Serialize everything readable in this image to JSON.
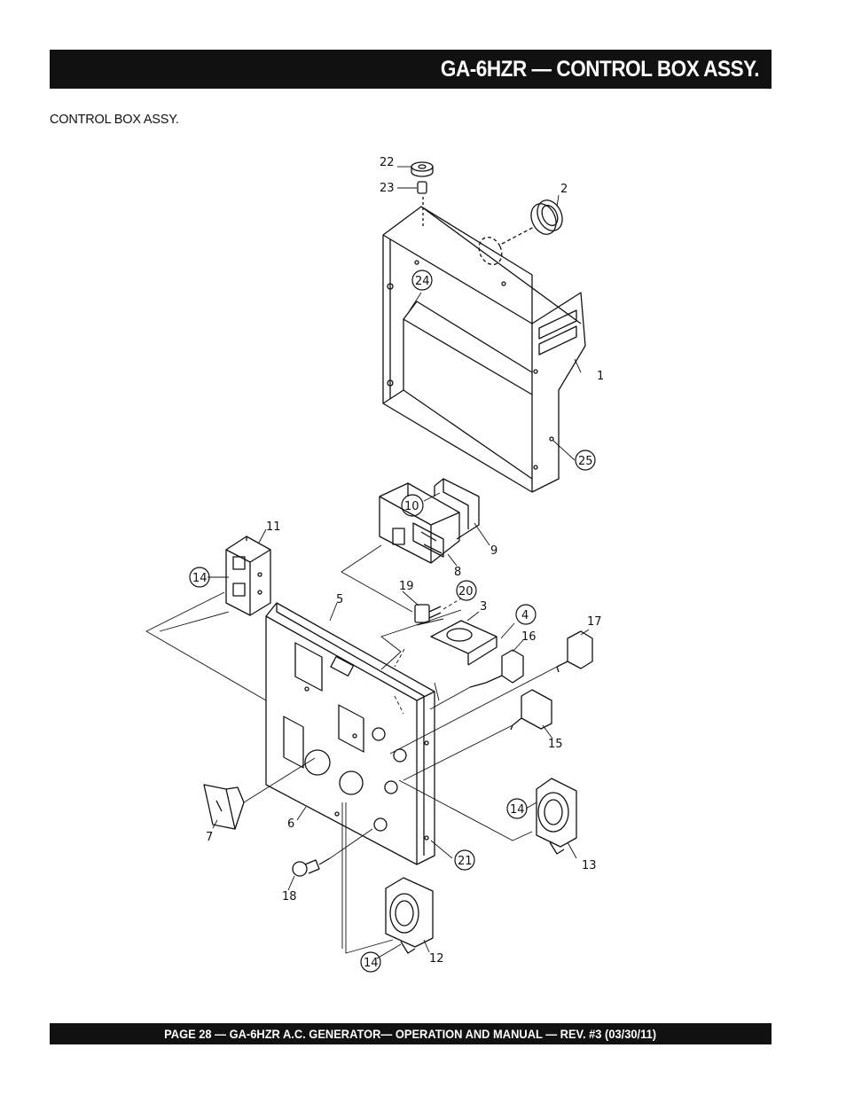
{
  "header": {
    "title": "GA-6HZR — CONTROL BOX  ASSY."
  },
  "caption": "CONTROL BOX ASSY.",
  "diagram": {
    "callouts": [
      {
        "id": "1",
        "label": "1"
      },
      {
        "id": "2",
        "label": "2"
      },
      {
        "id": "3",
        "label": "3"
      },
      {
        "id": "4",
        "label": "4"
      },
      {
        "id": "5",
        "label": "5"
      },
      {
        "id": "6",
        "label": "6"
      },
      {
        "id": "7",
        "label": "7"
      },
      {
        "id": "8",
        "label": "8"
      },
      {
        "id": "9",
        "label": "9"
      },
      {
        "id": "10",
        "label": "10"
      },
      {
        "id": "11",
        "label": "11"
      },
      {
        "id": "12",
        "label": "12"
      },
      {
        "id": "13",
        "label": "13"
      },
      {
        "id": "14a",
        "label": "14"
      },
      {
        "id": "14b",
        "label": "14"
      },
      {
        "id": "14c",
        "label": "14"
      },
      {
        "id": "15",
        "label": "15"
      },
      {
        "id": "16",
        "label": "16"
      },
      {
        "id": "17",
        "label": "17"
      },
      {
        "id": "18",
        "label": "18"
      },
      {
        "id": "19",
        "label": "19"
      },
      {
        "id": "20",
        "label": "20"
      },
      {
        "id": "21",
        "label": "21"
      },
      {
        "id": "22",
        "label": "22"
      },
      {
        "id": "23",
        "label": "23"
      },
      {
        "id": "24",
        "label": "24"
      },
      {
        "id": "25",
        "label": "25"
      }
    ]
  },
  "footer": {
    "text": "PAGE 28 — GA-6HZR A.C. GENERATOR— OPERATION AND MANUAL — REV. #3 (03/30/11)"
  }
}
